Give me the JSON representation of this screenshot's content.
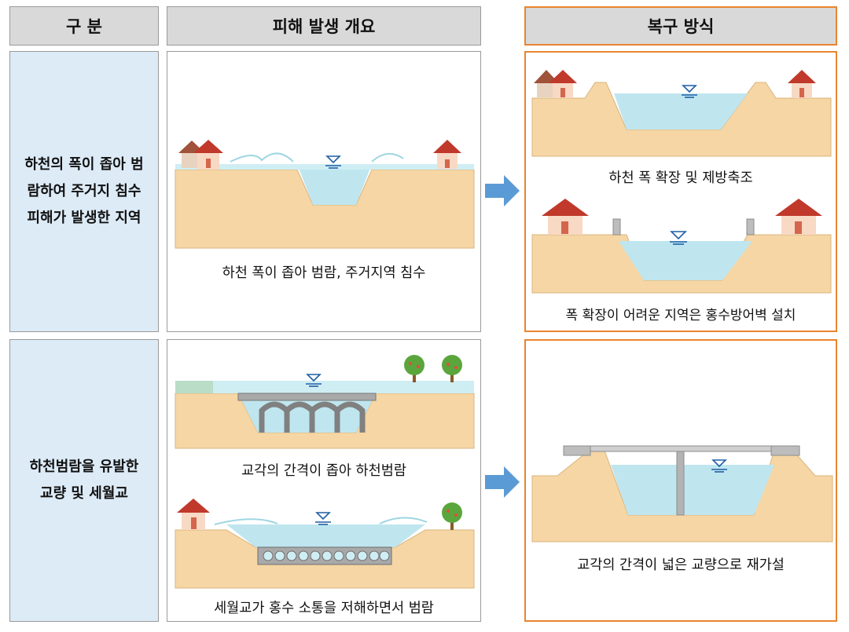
{
  "headers": {
    "category": "구 분",
    "damage": "피해 발생 개요",
    "recovery": "복구 방식"
  },
  "rows": [
    {
      "category": "하천의 폭이 좁아 범람하여 주거지 침수피해가 발생한 지역",
      "damage_captions": [
        "하천 폭이 좁아 범람, 주거지역 침수"
      ],
      "recovery_captions": [
        "하천 폭 확장 및 제방축조",
        "폭 확장이 어려운 지역은 홍수방어벽 설치"
      ]
    },
    {
      "category": "하천범람을 유발한 교량 및 세월교",
      "damage_captions": [
        "교각의 간격이 좁아 하천범람",
        "세월교가 홍수 소통을 저해하면서 범람"
      ],
      "recovery_captions": [
        "교각의 간격이 넓은 교량으로 재가설"
      ]
    }
  ],
  "colors": {
    "header_bg": "#d9d9d9",
    "category_bg": "#ddebf7",
    "highlight_border": "#e8852f",
    "arrow": "#5b9bd5",
    "ground": "#f5d6a4",
    "water": "#bfe6ef"
  },
  "icons": [
    "house-icon",
    "water-level-icon",
    "tree-icon",
    "arrow-right-icon"
  ]
}
